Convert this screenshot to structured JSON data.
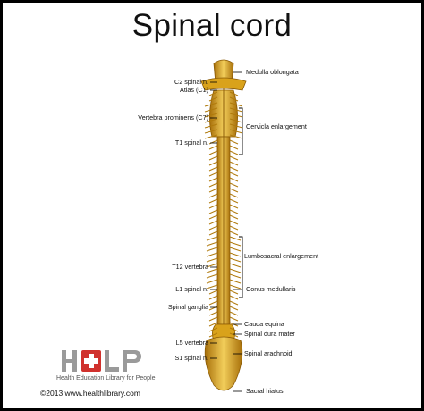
{
  "title": "Spinal cord",
  "labels_left": [
    {
      "text": "C2 spinal n."
    },
    {
      "text": "Atlas (C1)"
    },
    {
      "text": "Vertebra prominens (C7)"
    },
    {
      "text": "T1 spinal n."
    },
    {
      "text": "T12 vertebra"
    },
    {
      "text": "L1 spinal n."
    },
    {
      "text": "Spinal ganglia"
    },
    {
      "text": "L5 vertebra"
    },
    {
      "text": "S1 spinal n."
    }
  ],
  "labels_right": [
    {
      "text": "Medulla oblongata"
    },
    {
      "text": "Cervicla enlargement"
    },
    {
      "text": "Lumbosacral enlargement"
    },
    {
      "text": "Conus medullaris"
    },
    {
      "text": "Cauda equina"
    },
    {
      "text": "Spinal dura mater"
    },
    {
      "text": "Spinal arachnoid"
    },
    {
      "text": "Sacral hiatus"
    }
  ],
  "logo": {
    "mark": "HELP",
    "tagline": "Health Education Library for People"
  },
  "copyright": "©2013 www.healthlibrary.com",
  "colors": {
    "bone": "#d9a21b",
    "bone_dark": "#8a5a05",
    "bone_light": "#f2cd5a",
    "logo_red": "#d0312d",
    "logo_gray": "#9a9a9a"
  }
}
